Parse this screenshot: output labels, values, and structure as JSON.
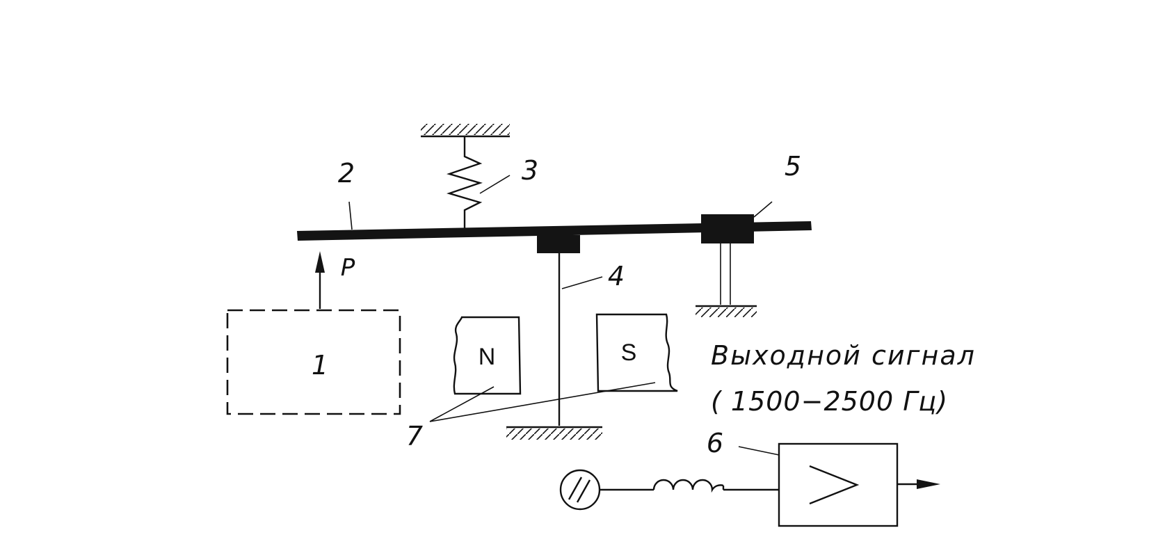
{
  "labels": {
    "block_1": "1",
    "beam_2": "2",
    "spring_3": "3",
    "string_4": "4",
    "clamp_5": "5",
    "amplifier_6": "6",
    "magnets_7": "7",
    "force": "P"
  },
  "magnets": {
    "north": "N",
    "south": "S"
  },
  "output": {
    "line1": "Выходной сигнал",
    "line2": "( 1500−2500 Гц)"
  }
}
